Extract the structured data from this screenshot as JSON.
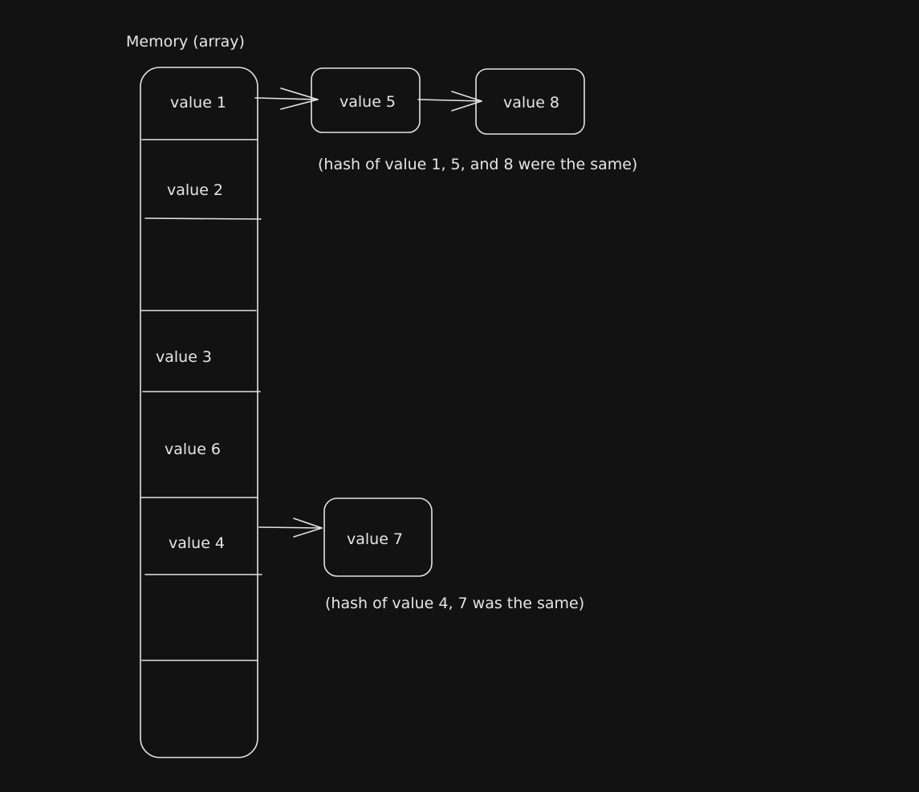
{
  "title": "Memory (array)",
  "array_slots": [
    "value 1",
    "value 2",
    "",
    "value 3",
    "value 6",
    "value 4",
    "",
    ""
  ],
  "chain_1": [
    "value 5",
    "value 8"
  ],
  "chain_2": [
    "value 7"
  ],
  "notes": {
    "chain_1": "(hash of value 1, 5, and 8 were the same)",
    "chain_2": "(hash of value 4, 7 was the same)"
  },
  "colors": {
    "background": "#121212",
    "stroke": "#e3e3e3"
  }
}
